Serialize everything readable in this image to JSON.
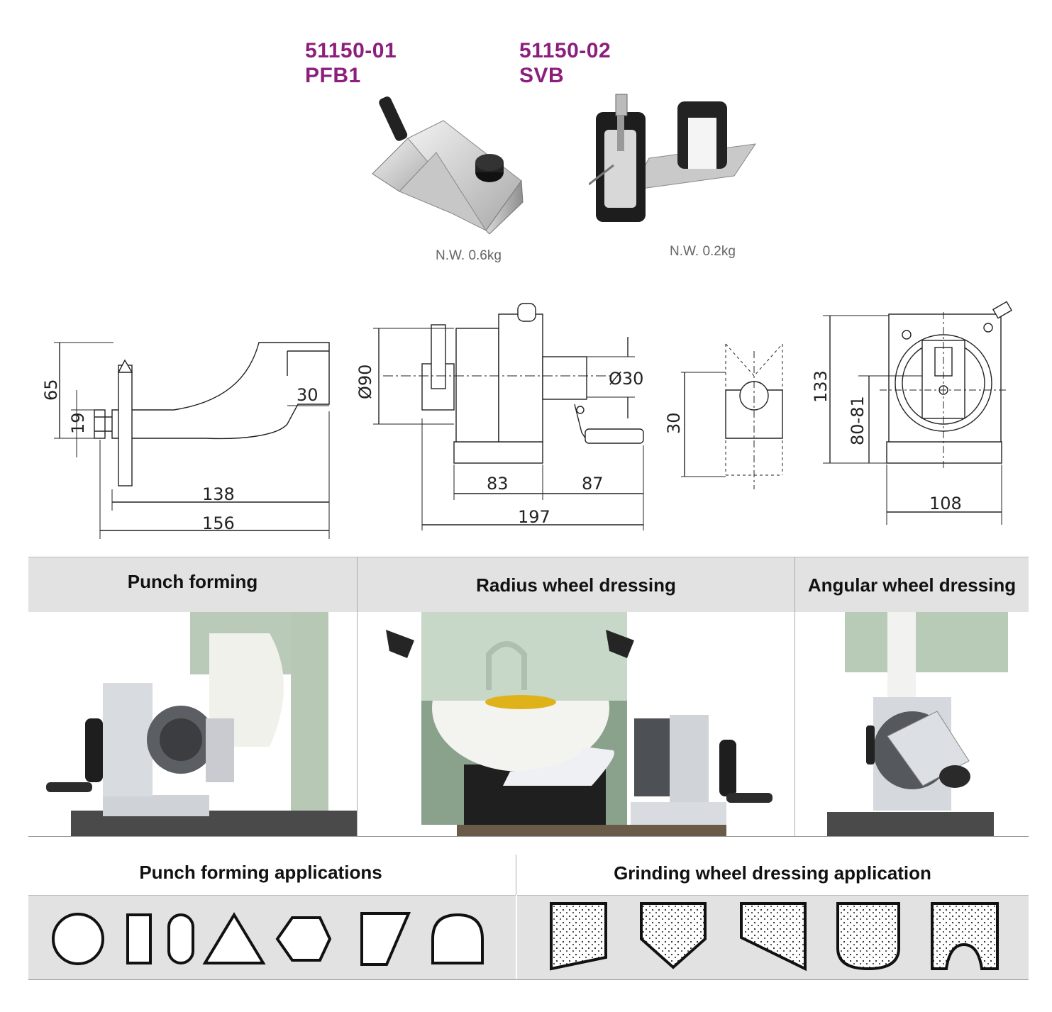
{
  "products": [
    {
      "code": "51150-01",
      "name": "PFB1",
      "weight": "N.W. 0.6kg"
    },
    {
      "code": "51150-02",
      "name": "SVB",
      "weight": "N.W. 0.2kg"
    }
  ],
  "dims": {
    "bar": {
      "h_total": "65",
      "h_tip": "19",
      "w_top": "30",
      "len_inner": "138",
      "len_total": "156"
    },
    "side": {
      "dia_body": "Ø90",
      "dia_shaft": "Ø30",
      "w_left": "83",
      "w_right": "87",
      "w_total": "197"
    },
    "vblock": {
      "h": "30"
    },
    "front": {
      "h_total": "133",
      "h_center": "80-81",
      "w": "108"
    }
  },
  "sections": {
    "punch": "Punch forming",
    "radius": "Radius wheel dressing",
    "angular": "Angular wheel dressing"
  },
  "applications": {
    "punch_title": "Punch forming applications",
    "wheel_title": "Grinding wheel dressing application"
  },
  "punch_shapes": [
    "circle",
    "rectangle",
    "slot",
    "triangle",
    "hexagon",
    "trapezoid",
    "arch"
  ],
  "wheel_profiles": [
    "flat",
    "vee-point",
    "angled",
    "round-convex",
    "concave-radius"
  ]
}
